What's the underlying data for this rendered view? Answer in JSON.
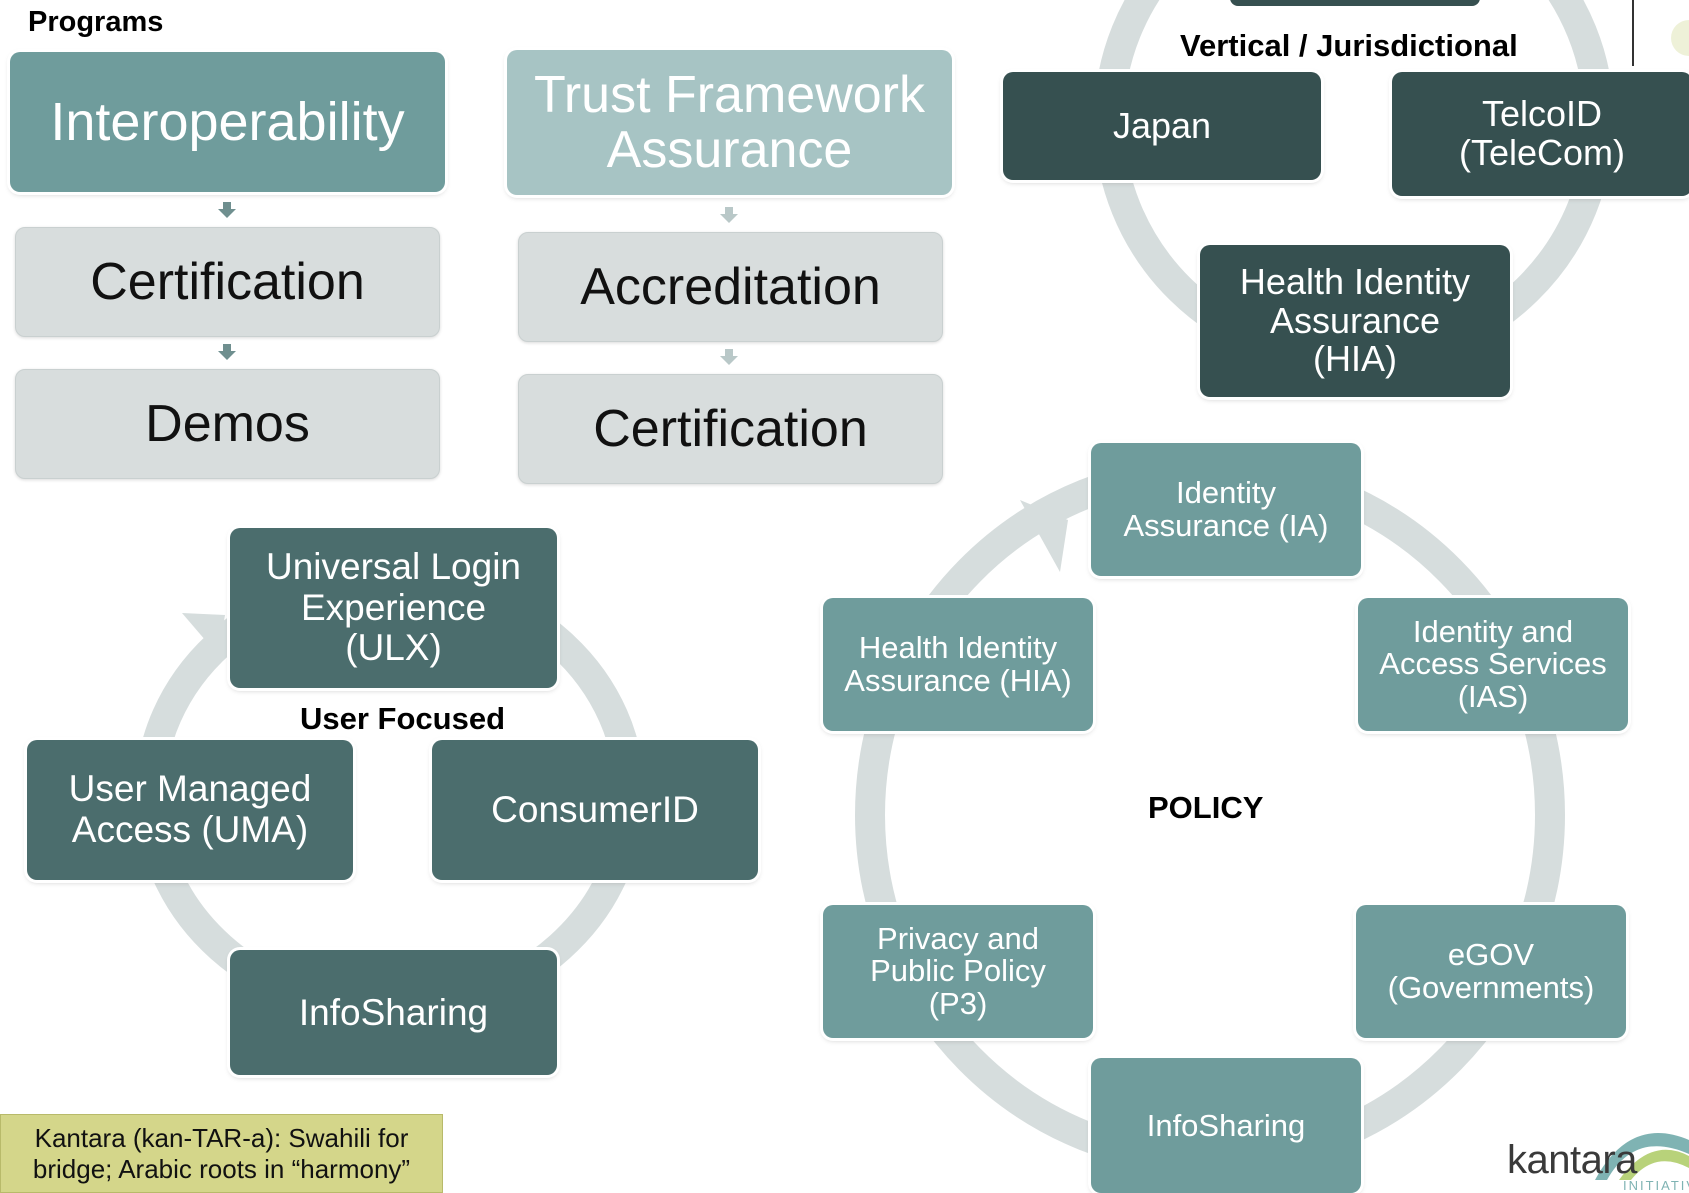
{
  "programs": {
    "heading": "Programs",
    "col1": [
      "Interoperability",
      "Certification",
      "Demos"
    ],
    "col2": [
      "Trust Framework\nAssurance",
      "Accreditation",
      "Certification"
    ]
  },
  "vertical": {
    "heading": "Vertical / Jurisdictional",
    "japan": "Japan",
    "telcoid": "TelcoID\n(TeleCom)",
    "hia": "Health Identity\nAssurance\n(HIA)"
  },
  "user_focused": {
    "heading": "User Focused",
    "ulx": "Universal  Login\nExperience\n(ULX)",
    "uma": "User Managed\nAccess (UMA)",
    "consumerid": "ConsumerID",
    "infosharing": "InfoSharing"
  },
  "policy": {
    "heading": "POLICY",
    "ia": "Identity\nAssurance (IA)",
    "ias": "Identity and\nAccess Services\n(IAS)",
    "egov": "eGOV\n(Governments)",
    "infosharing": "InfoSharing",
    "p3": "Privacy and\nPublic Policy\n(P3)",
    "hia": "Health Identity\nAssurance (HIA)"
  },
  "footer": {
    "note": "Kantara (kan-TAR-a): Swahili for\nbridge; Arabic roots in “harmony”",
    "logo_text": "kantara",
    "logo_sub": "INITIATIV"
  },
  "colors": {
    "teal": "#6f9c9c",
    "teal_light": "#a7c4c4",
    "grey_box": "#d8dddd",
    "dark_teal": "#365050",
    "mid_teal": "#4b6d6d",
    "ring": "#d6dddd",
    "note_bg": "#d4d68a"
  }
}
